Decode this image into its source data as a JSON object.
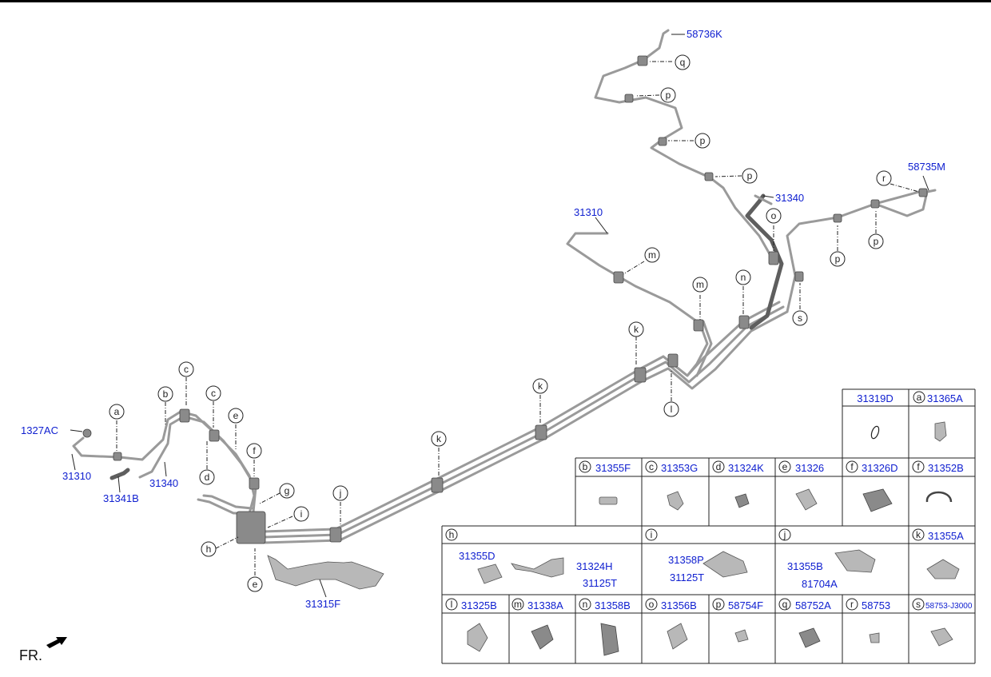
{
  "diagram": {
    "part_labels": {
      "p58736K": "58736K",
      "p58735M": "58735M",
      "p31340_top": "31340",
      "p31310_top": "31310",
      "p1327AC": "1327AC",
      "p31310_left": "31310",
      "p31341B": "31341B",
      "p31340_left": "31340",
      "p31315F": "31315F"
    },
    "callouts": {
      "q": "q",
      "p": "p",
      "r": "r",
      "o": "o",
      "m": "m",
      "n": "n",
      "s": "s",
      "k": "k",
      "l": "l",
      "j": "j",
      "a": "a",
      "b": "b",
      "c": "c",
      "d": "d",
      "e": "e",
      "f": "f",
      "g": "g",
      "h": "h",
      "i": "i"
    },
    "front_label": "FR."
  },
  "parts_table": {
    "row1": {
      "c1": {
        "code": "",
        "part": "31319D"
      },
      "c2": {
        "code": "a",
        "part": "31365A"
      }
    },
    "row2": [
      {
        "code": "b",
        "part": "31355F"
      },
      {
        "code": "c",
        "part": "31353G"
      },
      {
        "code": "d",
        "part": "31324K"
      },
      {
        "code": "e",
        "part": "31326"
      },
      {
        "code": "f",
        "part": "31326D"
      },
      {
        "code": "f",
        "part": "31352B"
      }
    ],
    "row3": {
      "h": {
        "code": "h",
        "parts": [
          "31355D",
          "31324H",
          "31125T"
        ]
      },
      "i": {
        "code": "i",
        "parts": [
          "31358P",
          "31125T"
        ]
      },
      "j": {
        "code": "j",
        "parts": [
          "31355B",
          "81704A"
        ]
      },
      "k": {
        "code": "k",
        "part": "31355A"
      }
    },
    "row4": [
      {
        "code": "l",
        "part": "31325B"
      },
      {
        "code": "m",
        "part": "31338A"
      },
      {
        "code": "n",
        "part": "31358B"
      },
      {
        "code": "o",
        "part": "31356B"
      },
      {
        "code": "p",
        "part": "58754F"
      },
      {
        "code": "q",
        "part": "58752A"
      },
      {
        "code": "r",
        "part": "58753"
      },
      {
        "code": "s",
        "part": "58753-J3000"
      }
    ]
  }
}
